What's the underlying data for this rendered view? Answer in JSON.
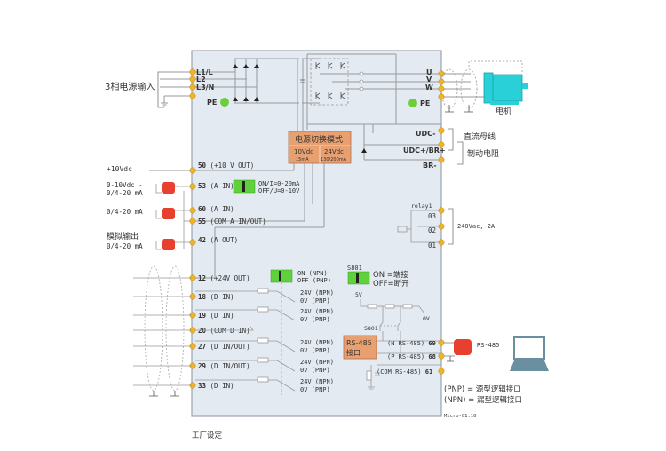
{
  "labels": {
    "three_phase_input": "3相电源输入",
    "motor": "电机",
    "dc_bus": "直流母线",
    "brake_resistor": "制动电阻",
    "power_switch_mode": "电源切换模式",
    "factory_setting": "工厂设定",
    "version": "Micro-01.10",
    "plus_10vdc": "+10Vdc",
    "ain53_range_1": "0-10Vdc -",
    "ain53_range_2": "0/4-20 mA",
    "ain60_range": "0/4-20 mA",
    "aout_label": "模拟输出",
    "aout_range": "0/4-20 mA",
    "relay_name": "relay1",
    "relay_rating": "240Vac, 2A",
    "rs485_external": "RS-485",
    "rs485_block_1": "RS-485",
    "rs485_block_2": "接口",
    "s801_label": "S801",
    "s801_on": "ON =端接",
    "s801_off": "OFF=断开",
    "s801_label_inner": "S801",
    "fivev": "5V",
    "zerov": "0V",
    "pnp_note": "(PNP) = 源型逻辑接口",
    "npn_note": "(NPN) = 漏型逻辑接口"
  },
  "power_mode": {
    "col1_v": "10Vdc",
    "col1_i": "15mA",
    "col2_v": "24Vdc",
    "col2_i": "130/200mA"
  },
  "input_terminals": [
    "L1/L",
    "L2",
    "L3/N",
    "PE"
  ],
  "output_terminals": [
    "U",
    "V",
    "W",
    "PE"
  ],
  "dc_terminals": [
    "UDC-",
    "UDC+/BR+",
    "BR-"
  ],
  "relay_terminals": [
    "03",
    "02",
    "01"
  ],
  "analog_terminals": [
    {
      "num": "50",
      "desc": "(+10 V OUT)"
    },
    {
      "num": "53",
      "desc": "(A IN)"
    },
    {
      "num": "60",
      "desc": "(A IN)"
    },
    {
      "num": "55",
      "desc": "(COM A IN/OUT)"
    },
    {
      "num": "42",
      "desc": "(A OUT)"
    }
  ],
  "switch_53": {
    "on": "ON/I=0-20mA",
    "off": "OFF/U=0-10V"
  },
  "switch_12": {
    "on": "ON (NPN)",
    "off": "OFF (PNP)"
  },
  "digital_terminals": [
    {
      "num": "12",
      "desc": "(+24V OUT)"
    },
    {
      "num": "18",
      "desc": "(D IN)"
    },
    {
      "num": "19",
      "desc": "(D IN)"
    },
    {
      "num": "20",
      "desc": "(COM D IN)"
    },
    {
      "num": "27",
      "desc": "(D IN/OUT)"
    },
    {
      "num": "29",
      "desc": "(D IN/OUT)"
    },
    {
      "num": "33",
      "desc": "(D IN)"
    }
  ],
  "din_options": {
    "a": "24V (NPN)",
    "b": "0V (PNP)"
  },
  "rs485_terminals": [
    {
      "num": "69",
      "desc": "(N RS-485)"
    },
    {
      "num": "68",
      "desc": "(P RS-485)"
    },
    {
      "num": "61",
      "desc": "(COM RS-485)"
    }
  ],
  "colors": {
    "panel": "#e3eaf2",
    "panel_border": "#9aa4ad",
    "terminal": "#f0b429",
    "orange_box": "#e8a070",
    "switch_green": "#5fd13b",
    "red_connector": "#e8402f",
    "motor": "#29d0d8",
    "laptop": "#6a8fa0",
    "pe_green": "#6ccf3a"
  }
}
